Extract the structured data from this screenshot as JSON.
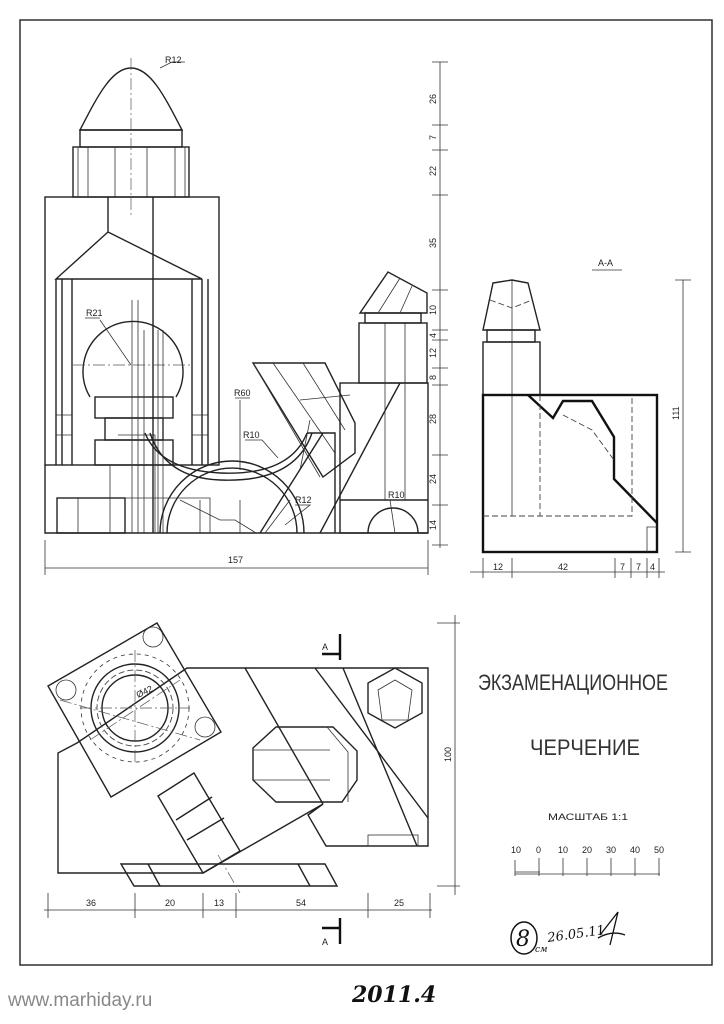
{
  "sheet": {
    "title_line1": "ЭКЗАМЕНАЦИОННОЕ",
    "title_line2": "ЧЕРЧЕНИЕ",
    "scale_label": "МАСШТАБ 1:1",
    "scale_bar_labels": [
      "10",
      "0",
      "10",
      "20",
      "30",
      "40",
      "50"
    ],
    "section_label": "А-А",
    "section_mark": "А"
  },
  "front_view": {
    "radii": [
      "R12",
      "R21",
      "R60",
      "R10",
      "R12",
      "R10"
    ],
    "overall_width": "157",
    "height_dims": [
      "26",
      "7",
      "22",
      "35",
      "10",
      "4",
      "12",
      "8",
      "28",
      "24",
      "14"
    ]
  },
  "side_view": {
    "height_dim": "111",
    "width_dims": [
      "12",
      "42",
      "7",
      "7",
      "4"
    ]
  },
  "top_view": {
    "diameter": "Ø42",
    "width_dims": [
      "36",
      "20",
      "13",
      "54",
      "25"
    ],
    "depth_dim": "100"
  },
  "annotations": {
    "grade": "8",
    "grade_prefix": "см",
    "date": "26.05.11",
    "year_variant": "2011.4",
    "watermark": "www.marhiday.ru"
  }
}
